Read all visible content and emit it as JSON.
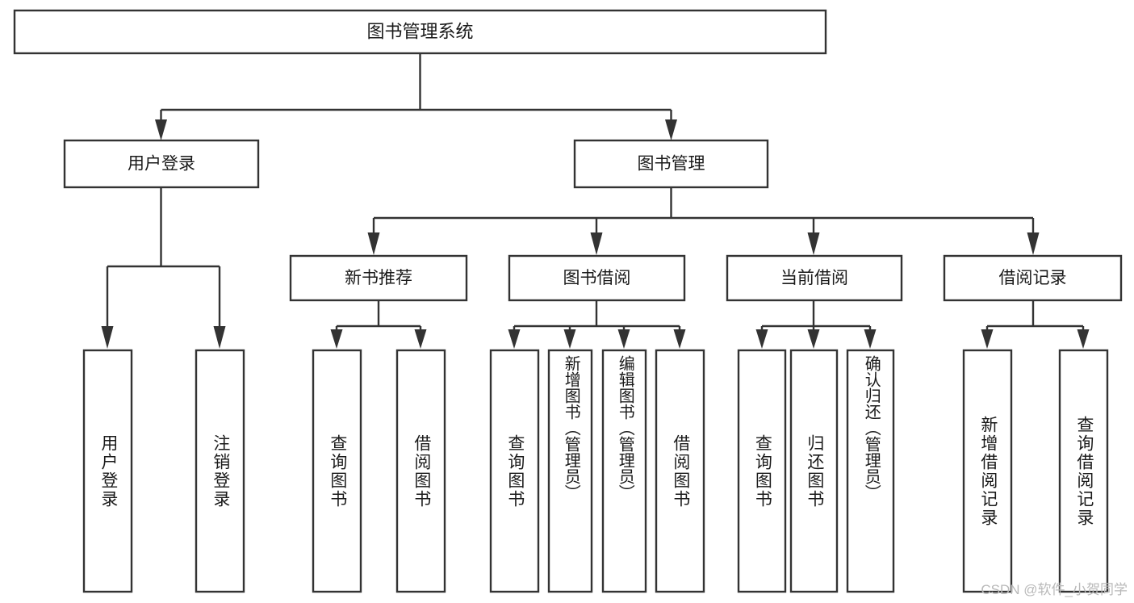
{
  "diagram": {
    "title": "图书管理系统",
    "watermark": "CSDN @软件_小贺同学",
    "levels": {
      "root": {
        "label": "图书管理系统"
      },
      "level2": [
        {
          "id": "user-login",
          "label": "用户登录"
        },
        {
          "id": "book-manage",
          "label": "图书管理"
        }
      ],
      "level3": [
        {
          "id": "new-book-recommend",
          "label": "新书推荐"
        },
        {
          "id": "book-borrow",
          "label": "图书借阅"
        },
        {
          "id": "current-borrow",
          "label": "当前借阅"
        },
        {
          "id": "borrow-record",
          "label": "借阅记录"
        }
      ],
      "leaves": {
        "user_login": [
          {
            "id": "leaf-user-login",
            "label": "用户登录"
          },
          {
            "id": "leaf-logout-login",
            "label": "注销登录"
          }
        ],
        "new_book_recommend": [
          {
            "id": "leaf-query-book-1",
            "label": "查询图书"
          },
          {
            "id": "leaf-borrow-book-1",
            "label": "借阅图书"
          }
        ],
        "book_borrow": [
          {
            "id": "leaf-query-book-2",
            "label": "查询图书"
          },
          {
            "id": "leaf-add-book-admin",
            "label": "新增图书（管理员）"
          },
          {
            "id": "leaf-edit-book-admin",
            "label": "编辑图书（管理员）"
          },
          {
            "id": "leaf-borrow-book-2",
            "label": "借阅图书"
          }
        ],
        "current_borrow": [
          {
            "id": "leaf-query-book-3",
            "label": "查询图书"
          },
          {
            "id": "leaf-return-book",
            "label": "归还图书"
          },
          {
            "id": "leaf-confirm-return-admin",
            "label": "确认归还（管理员）"
          }
        ],
        "borrow_record": [
          {
            "id": "leaf-add-borrow-record",
            "label": "新增借阅记录"
          },
          {
            "id": "leaf-query-borrow-record",
            "label": "查询借阅记录"
          }
        ]
      }
    },
    "colors": {
      "stroke": "#333333",
      "box_fill": "#ffffff",
      "text": "#1a1a1a",
      "watermark": "#b9b9b9",
      "background": "#ffffff"
    }
  }
}
